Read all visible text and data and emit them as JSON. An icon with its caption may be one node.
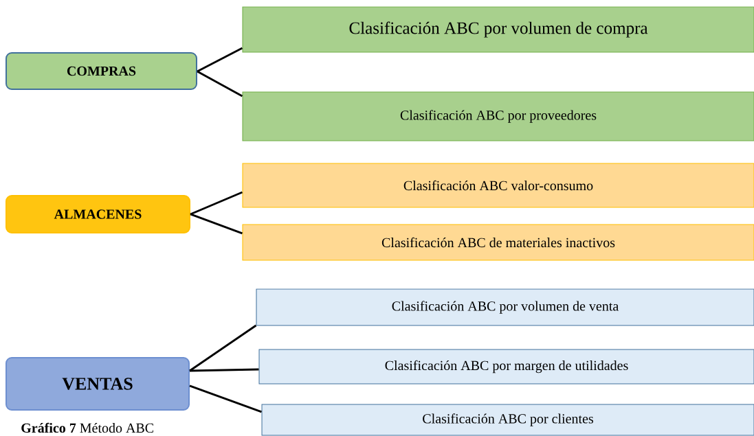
{
  "diagram": {
    "caption": "**Gráfico 7** Método ABC",
    "nodes": [
      {
        "text": [
          "COMPRAS"
        ]
      },
      {
        "text": [
          "Clasificación ABC por volumen de compra"
        ]
      },
      {
        "text": [
          "Clasificación ABC por proveedores"
        ]
      },
      {
        "text": [
          "ALMACENES"
        ]
      },
      {
        "text": [
          "Clasificación ABC valor-consumo"
        ]
      },
      {
        "text": [
          "Clasificación ABC de materiales inactivos"
        ]
      },
      {
        "text": [
          "VENTAS"
        ]
      },
      {
        "text": [
          "Clasificación ABC por volumen de venta"
        ]
      },
      {
        "text": [
          "Clasificación ABC por margen de utilidades"
        ]
      },
      {
        "text": [
          "Clasificación ABC por clientes"
        ]
      }
    ],
    "edges": [
      {
        "from": 0,
        "to": 1,
        "arrow": "none"
      },
      {
        "from": 0,
        "to": 2,
        "arrow": "none"
      },
      {
        "from": 3,
        "to": 4,
        "arrow": "none"
      },
      {
        "from": 3,
        "to": 5,
        "arrow": "none"
      },
      {
        "from": 6,
        "to": 7,
        "arrow": "none"
      },
      {
        "from": 6,
        "to": 8,
        "arrow": "none"
      },
      {
        "from": 6,
        "to": 9,
        "arrow": "none"
      }
    ]
  }
}
